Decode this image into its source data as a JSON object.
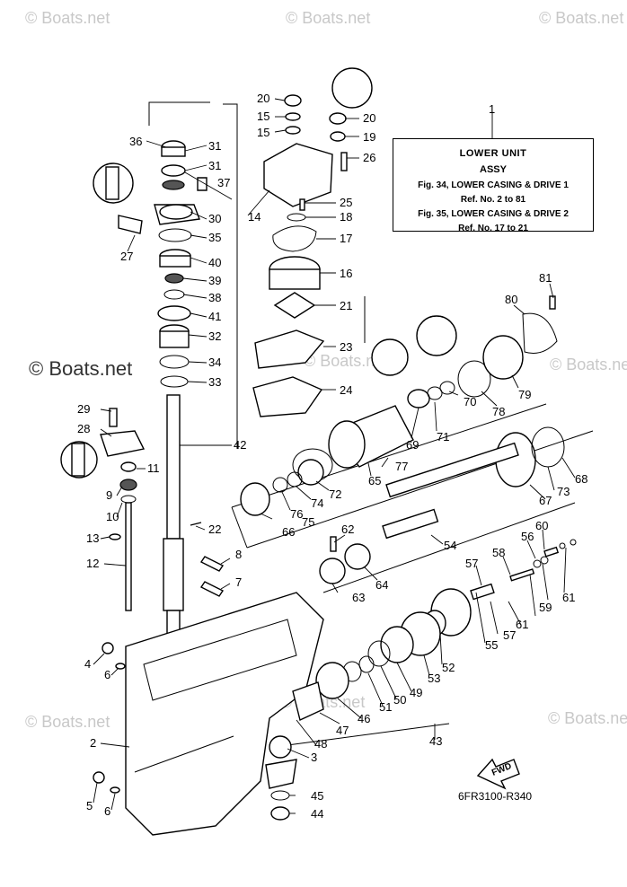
{
  "watermark": "© Boats.net",
  "reference_box": {
    "ref_no": "1",
    "title": "LOWER UNIT",
    "subtitle": "ASSY",
    "lines": [
      "Fig. 34, LOWER CASING & DRIVE 1",
      "Ref. No. 2 to 81",
      "Fig. 35, LOWER CASING & DRIVE 2",
      "Ref. No. 17 to 21"
    ]
  },
  "diagram_code": "6FR3100-R340",
  "fwd_label": "FWD",
  "callouts": [
    "36",
    "31",
    "31",
    "37",
    "30",
    "35",
    "27",
    "40",
    "39",
    "38",
    "41",
    "32",
    "34",
    "33",
    "29",
    "28",
    "11",
    "9",
    "10",
    "13",
    "12",
    "42",
    "22",
    "8",
    "7",
    "20",
    "15",
    "15",
    "20",
    "19",
    "26",
    "14",
    "25",
    "18",
    "17",
    "16",
    "21",
    "23",
    "24",
    "81",
    "80",
    "79",
    "78",
    "70",
    "71",
    "69",
    "65",
    "72",
    "74",
    "76",
    "75",
    "66",
    "77",
    "73",
    "68",
    "67",
    "62",
    "63",
    "64",
    "54",
    "60",
    "56",
    "58",
    "57",
    "59",
    "61",
    "61",
    "57",
    "55",
    "52",
    "53",
    "49",
    "50",
    "51",
    "46",
    "47",
    "48",
    "3",
    "43",
    "4",
    "6",
    "2",
    "5",
    "6",
    "45",
    "44"
  ]
}
